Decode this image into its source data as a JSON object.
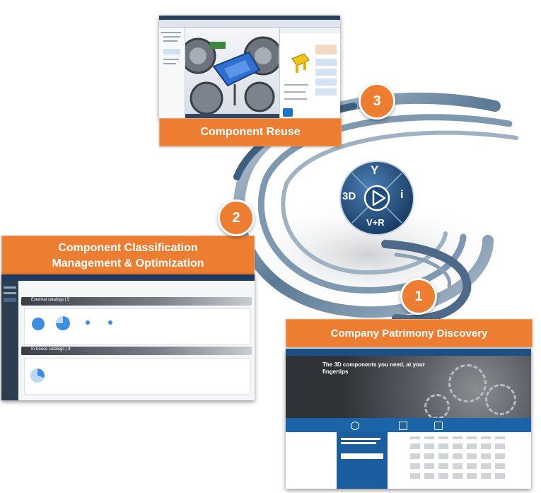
{
  "steps": [
    {
      "number": "1",
      "label": "Company Patrimony Discovery"
    },
    {
      "number": "2",
      "label_line1": "Component Classification",
      "label_line2": "Management & Optimization"
    },
    {
      "number": "3",
      "label": "Component Reuse"
    }
  ],
  "compass": {
    "top": "Y",
    "left": "3D",
    "right": "i",
    "bottom": "V+R"
  },
  "colors": {
    "accent": "#ed7d31",
    "swirl": "#5c7a96",
    "compass": "#1f4e7e"
  },
  "screens": {
    "catalogs": {
      "band1": "External catalogs | 5",
      "band2": "In-house catalogs | 8"
    },
    "website": {
      "hero_title": "The 3D components you need, at your fingertips"
    }
  }
}
